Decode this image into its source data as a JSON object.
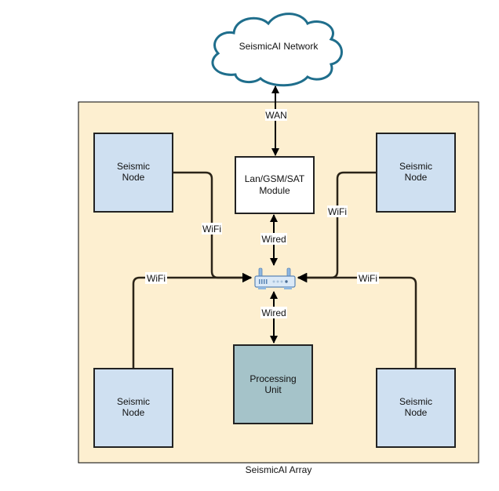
{
  "cloud": {
    "label": "SeismicAI Network",
    "stroke": "#1f6e8c",
    "fill": "#ffffff"
  },
  "array": {
    "label": "SeismicAI Array",
    "fill": "#fdefd0"
  },
  "module": {
    "line1": "Lan/GSM/SAT",
    "line2": "Module",
    "fill": "#ffffff"
  },
  "processing": {
    "line1": "Processing",
    "line2": "Unit",
    "fill": "#a5c3c9"
  },
  "nodes": [
    {
      "line1": "Seismic",
      "line2": "Node"
    },
    {
      "line1": "Seismic",
      "line2": "Node"
    },
    {
      "line1": "Seismic",
      "line2": "Node"
    },
    {
      "line1": "Seismic",
      "line2": "Node"
    }
  ],
  "node_fill": "#cfe0f1",
  "links": {
    "wan": "WAN",
    "wired_top": "Wired",
    "wired_bottom": "Wired",
    "wifi_top_left": "WiFi",
    "wifi_bottom_left": "WiFi",
    "wifi_top_right": "WiFi",
    "wifi_bottom_right": "WiFi"
  },
  "router": {
    "icon": "router-icon",
    "color": "#6e9fd2"
  }
}
